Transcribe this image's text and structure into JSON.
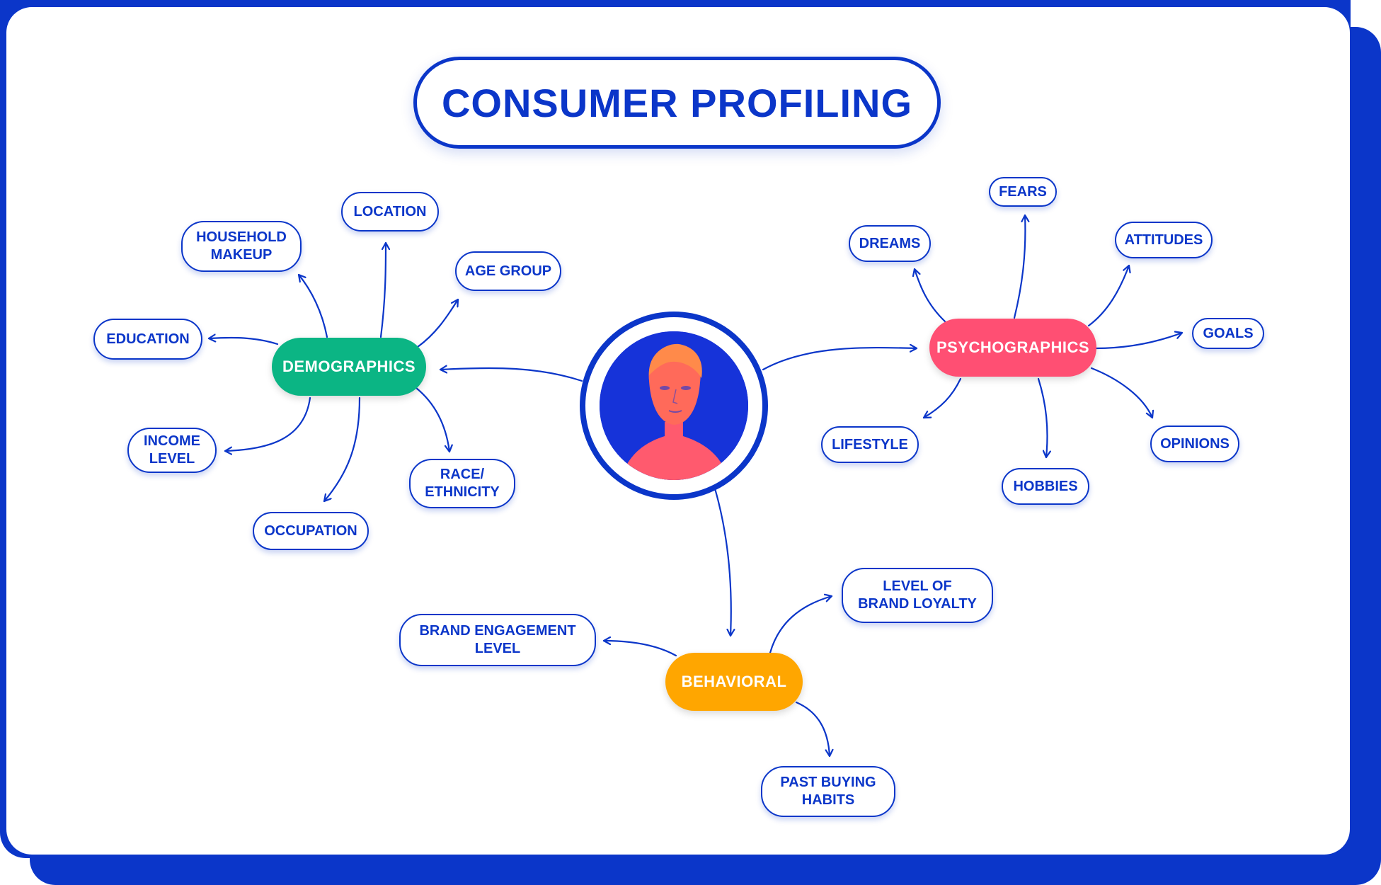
{
  "title": "CONSUMER PROFILING",
  "colors": {
    "primary_blue": "#0b36c9",
    "demographics": "#0bb584",
    "psychographics": "#ff4f73",
    "behavioral": "#ffa600",
    "portrait_fill": "#ff5a6e"
  },
  "center": {
    "icon": "person-portrait-icon"
  },
  "demographics": {
    "label": "DEMOGRAPHICS",
    "items": [
      "HOUSEHOLD\nMAKEUP",
      "LOCATION",
      "AGE GROUP",
      "EDUCATION",
      "INCOME\nLEVEL",
      "OCCUPATION",
      "RACE/\nETHNICITY"
    ]
  },
  "psychographics": {
    "label": "PSYCHOGRAPHICS",
    "items": [
      "FEARS",
      "DREAMS",
      "ATTITUDES",
      "GOALS",
      "LIFESTYLE",
      "HOBBIES",
      "OPINIONS"
    ]
  },
  "behavioral": {
    "label": "BEHAVIORAL",
    "items": [
      "LEVEL OF\nBRAND LOYALTY",
      "BRAND ENGAGEMENT\nLEVEL",
      "PAST BUYING\nHABITS"
    ]
  }
}
